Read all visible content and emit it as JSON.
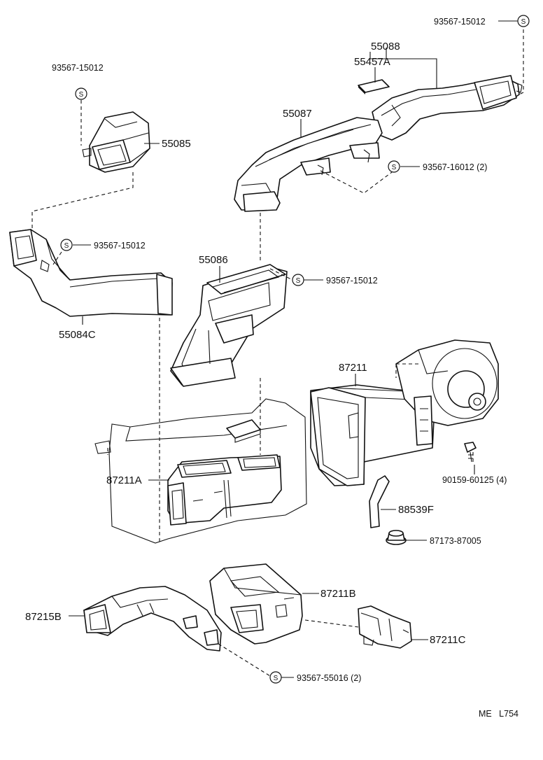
{
  "labels": {
    "p55088": "55088",
    "p55457A": "55457A",
    "p55087": "55087",
    "p55085": "55085",
    "p55084C": "55084C",
    "p55086": "55086",
    "p87211": "87211",
    "p87211A": "87211A",
    "p88539F": "88539F",
    "p87211B": "87211B",
    "p87215B": "87215B",
    "p87211C": "87211C"
  },
  "fasteners": {
    "screw_top_right": "93567-15012",
    "screw_top_left": "93567-15012",
    "screw_mid_right": "93567-16012 (2)",
    "screw_left_duct": "93567-15012",
    "screw_center": "93567-15012",
    "bolt_blower": "90159-60125 (4)",
    "grommet": "87173-87005",
    "screw_bottom": "93567-55016 (2)"
  },
  "symbol": "S",
  "footer": "ME   L754"
}
